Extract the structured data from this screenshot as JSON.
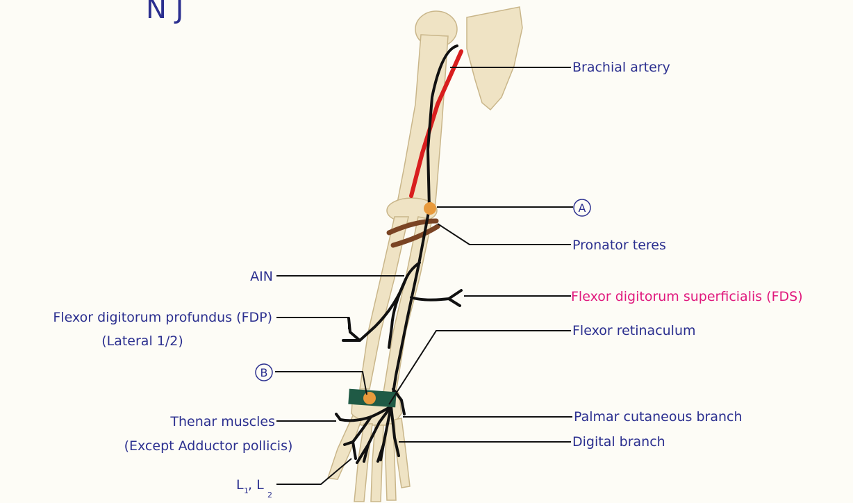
{
  "header": {
    "partial_title": "N J"
  },
  "labels": {
    "brachial_artery": "Brachial artery",
    "point_a": "A",
    "pronator_teres": "Pronator teres",
    "ain": "AIN",
    "fds": "Flexor digitorum superficialis (FDS)",
    "fdp_line1": "Flexor digitorum profundus (FDP)",
    "fdp_line2": "(Lateral 1/2)",
    "flexor_retinaculum": "Flexor retinaculum",
    "point_b": "B",
    "thenar_line1": "Thenar muscles",
    "thenar_line2": "(Except Adductor pollicis)",
    "palmar_cutaneous": "Palmar cutaneous branch",
    "digital_branch": "Digital branch",
    "lumbricals_l": "L",
    "lumbricals_sub1": "1",
    "lumbricals_sep": ", L",
    "lumbricals_sub2": "2"
  },
  "colors": {
    "label_text": "#2b2f8f",
    "highlight_text": "#e0197d",
    "nerve": "#111111",
    "artery": "#d81e1e",
    "bone": "#efe3c4",
    "pronator": "#7a4424",
    "retinaculum": "#1f5a45",
    "point_marker": "#e89a3c"
  }
}
